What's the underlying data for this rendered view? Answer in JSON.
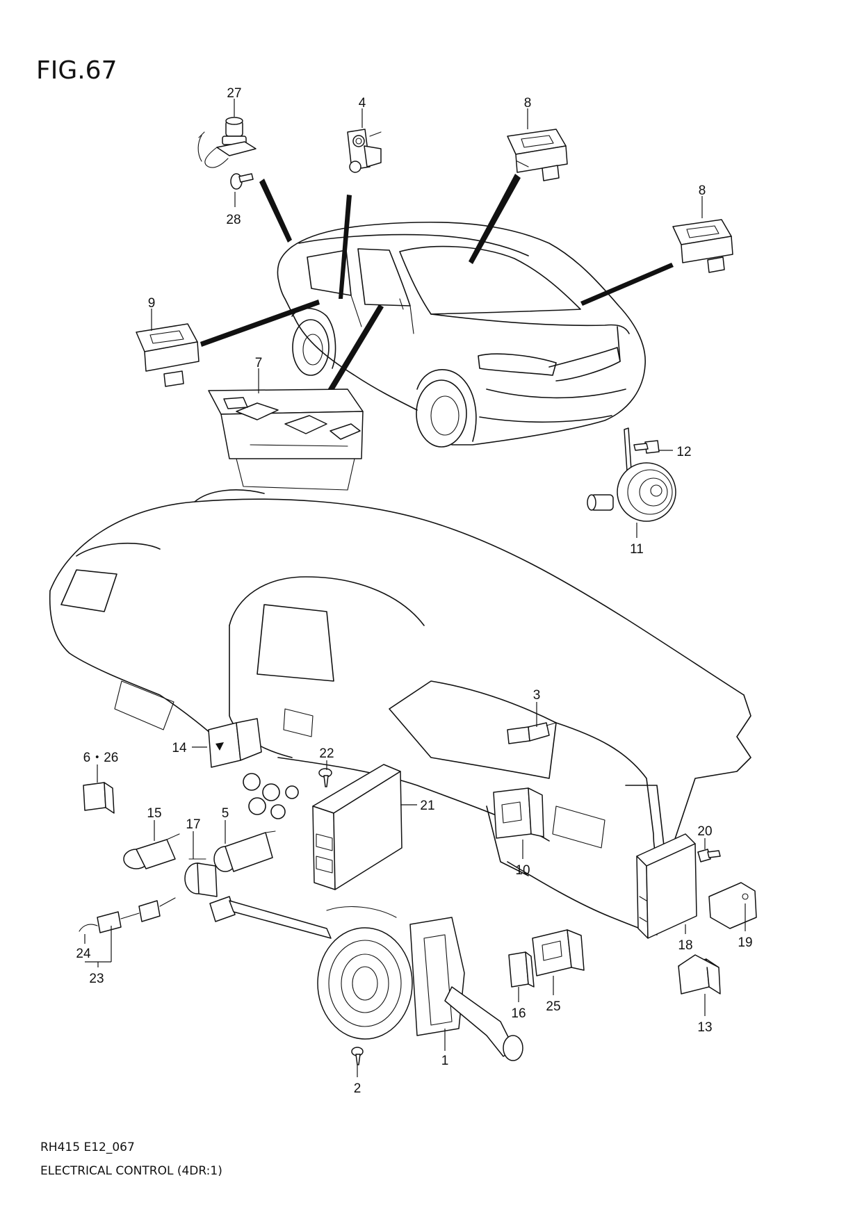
{
  "figure": {
    "title": "FIG.67",
    "code": "RH415 E12_067",
    "caption": "ELECTRICAL CONTROL (4DR:1)"
  },
  "callouts": [
    {
      "id": "c27",
      "label": "27"
    },
    {
      "id": "c4",
      "label": "4"
    },
    {
      "id": "c8a",
      "label": "8"
    },
    {
      "id": "c8b",
      "label": "8"
    },
    {
      "id": "c28",
      "label": "28"
    },
    {
      "id": "c9",
      "label": "9"
    },
    {
      "id": "c7",
      "label": "7"
    },
    {
      "id": "c12",
      "label": "12"
    },
    {
      "id": "c11",
      "label": "11"
    },
    {
      "id": "c3",
      "label": "3"
    },
    {
      "id": "c14",
      "label": "14"
    },
    {
      "id": "c22",
      "label": "22"
    },
    {
      "id": "c6_26",
      "label": "6・26"
    },
    {
      "id": "c21",
      "label": "21"
    },
    {
      "id": "c15",
      "label": "15"
    },
    {
      "id": "c17",
      "label": "17"
    },
    {
      "id": "c5",
      "label": "5"
    },
    {
      "id": "c20",
      "label": "20"
    },
    {
      "id": "c10",
      "label": "10"
    },
    {
      "id": "c18",
      "label": "18"
    },
    {
      "id": "c19",
      "label": "19"
    },
    {
      "id": "c24",
      "label": "24"
    },
    {
      "id": "c23",
      "label": "23"
    },
    {
      "id": "c16",
      "label": "16"
    },
    {
      "id": "c25",
      "label": "25"
    },
    {
      "id": "c13",
      "label": "13"
    },
    {
      "id": "c1",
      "label": "1"
    },
    {
      "id": "c2",
      "label": "2"
    }
  ]
}
